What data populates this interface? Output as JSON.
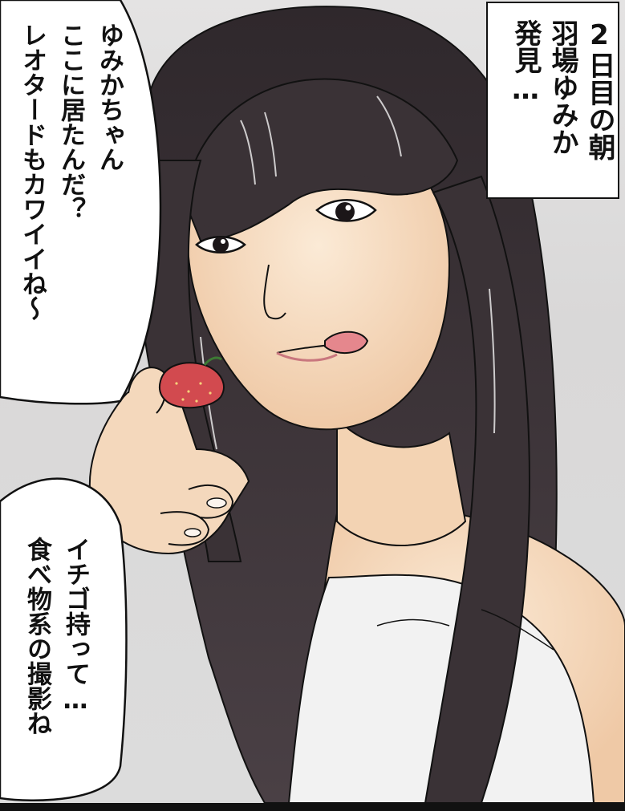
{
  "caption": {
    "lines": [
      "2日目の朝",
      "羽場ゆみか",
      "発見…"
    ]
  },
  "bubbles": {
    "top": {
      "lines": [
        "ゆみかちゃん",
        "ここに居たんだ？",
        "レオタードもカワイイね〜"
      ]
    },
    "bottom": {
      "lines": [
        "イチゴ持って…",
        "食べ物系の撮影ね"
      ]
    }
  },
  "colors": {
    "hair": "#3a3236",
    "skin": "#f7dfc3",
    "strawberry": "#d24a4f",
    "top_garment": "#f2f2f2",
    "background": "#dedddd",
    "ink": "#111111"
  }
}
